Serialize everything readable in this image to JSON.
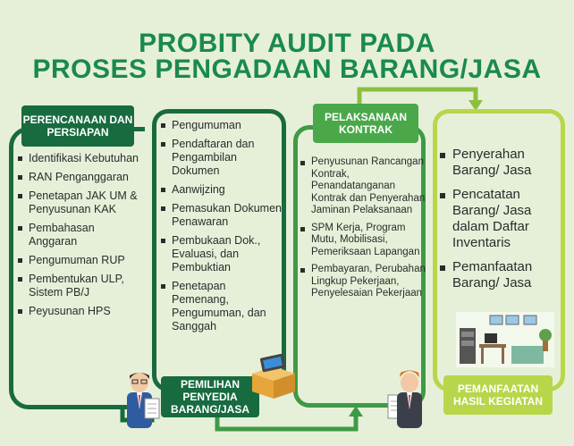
{
  "title_line1": "PROBITY AUDIT PADA",
  "title_line2": "PROSES PENGADAAN BARANG/JASA",
  "colors": {
    "title": "#1a8a4c",
    "dark_green": "#176b3f",
    "mid_green": "#3f9a45",
    "light_green": "#8cbf3f",
    "lime": "#b8d64a",
    "background": "#e6f0d9"
  },
  "stages": [
    {
      "header": "PERENCANAAN DAN PERSIAPAN",
      "items": [
        "Identifikasi Kebutuhan",
        "RAN Penganggaran",
        "Penetapan JAK UM & Penyusunan KAK",
        "Pembahasan Anggaran",
        "Pengumuman RUP",
        "Pembentukan ULP, Sistem PB/J",
        "Peyusunan HPS"
      ]
    },
    {
      "header": "PEMILIHAN PENYEDIA BARANG/JASA",
      "items": [
        "Pengumuman",
        "Pendaftaran dan Pengambilan Dokumen",
        "Aanwijzing",
        "Pemasukan Dokumen Penawaran",
        "Pembukaan Dok., Evaluasi, dan Pembuktian",
        "Penetapan Pemenang, Pengumuman, dan Sanggah"
      ]
    },
    {
      "header": "PELAKSANAAN KONTRAK",
      "items": [
        "Penyusunan Rancangan Kontrak, Penandatanganan Kontrak dan Penyerahan Jaminan Pelaksanaan",
        "SPM Kerja, Program Mutu, Mobilisasi, Pemeriksaan Lapangan",
        "Pembayaran, Perubahan Lingkup Pekerjaan, Penyelesaian Pekerjaan"
      ]
    },
    {
      "header": "PEMANFAATAN HASIL KEGIATAN",
      "items": [
        "Penyerahan Barang/ Jasa",
        "Pencatatan Barang/ Jasa dalam Daftar Inventaris",
        "Pemanfaatan Barang/ Jasa"
      ]
    }
  ],
  "icons": [
    "man-with-clipboard-icon",
    "box-with-laptop-icon",
    "man-with-clipboard-icon",
    "office-room-icon"
  ]
}
